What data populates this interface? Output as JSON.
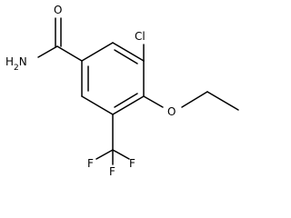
{
  "molecule": {
    "labels": {
      "amide_oxygen": "O",
      "amide_nitrogen": "H2N",
      "chlorine": "Cl",
      "ether_oxygen": "O",
      "fluorine_top": "F",
      "fluorine_left": "F",
      "fluorine_right": "F"
    },
    "colors": {
      "bond": "#000000",
      "text": "#000000",
      "background": "#ffffff"
    }
  }
}
